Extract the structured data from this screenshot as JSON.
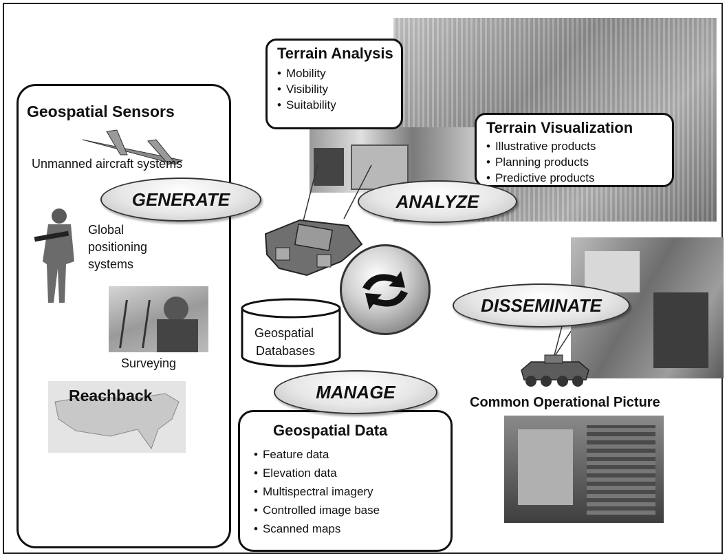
{
  "sensors": {
    "title": "Geospatial Sensors",
    "uas_label": "Unmanned aircraft systems",
    "gps_label": "Global positioning systems",
    "surveying_label": "Surveying",
    "reachback_label": "Reachback"
  },
  "terrain_analysis": {
    "title": "Terrain Analysis",
    "items": [
      "Mobility",
      "Visibility",
      "Suitability"
    ]
  },
  "terrain_visualization": {
    "title": "Terrain Visualization",
    "items": [
      "Illustrative products",
      "Planning products",
      "Predictive products"
    ]
  },
  "stages": {
    "generate": "GENERATE",
    "analyze": "ANALYZE",
    "disseminate": "DISSEMINATE",
    "manage": "MANAGE"
  },
  "databases": {
    "line1": "Geospatial",
    "line2": "Databases"
  },
  "geospatial_data": {
    "title": "Geospatial Data",
    "items": [
      "Feature data",
      "Elevation data",
      "Multispectral imagery",
      "Controlled image base",
      "Scanned maps"
    ]
  },
  "cop": {
    "label": "Common Operational Picture"
  }
}
